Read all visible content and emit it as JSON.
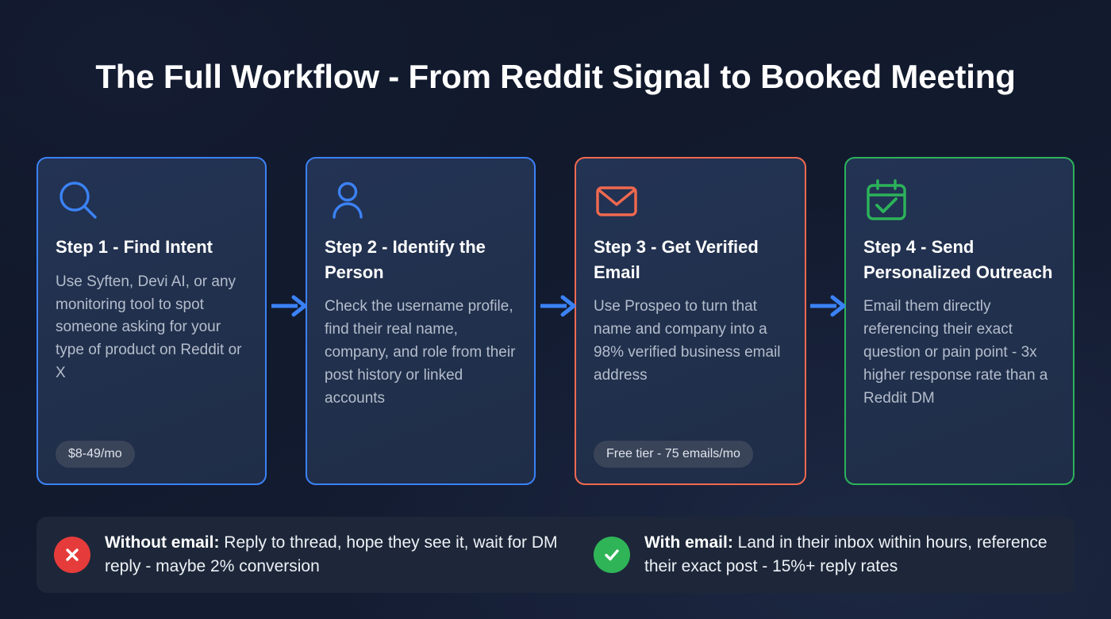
{
  "page": {
    "title": "The Full Workflow - From Reddit Signal to Booked Meeting",
    "background_color": "#121a2e"
  },
  "colors": {
    "accent_blue": "#3b82f6",
    "accent_orange": "#f2694f",
    "accent_green": "#2cb35a",
    "card_fill": "#223250",
    "badge_fill": "#3a4459",
    "bar_fill": "#1d2739",
    "bad_circle": "#e63b3b",
    "good_circle": "#2fb457",
    "body_text": "#b4bdcc"
  },
  "steps": [
    {
      "icon": "search-icon",
      "accent": "#3b82f6",
      "title": "Step 1 - Find Intent",
      "description": "Use Syften, Devi AI, or any monitoring tool to spot someone asking for your type of product on Reddit or X",
      "badge": "$8-49/mo"
    },
    {
      "icon": "user-icon",
      "accent": "#3b82f6",
      "title": "Step 2 - Identify the Person",
      "description": "Check the username profile, find their real name, company, and role from their post history or linked accounts",
      "badge": ""
    },
    {
      "icon": "mail-icon",
      "accent": "#f2694f",
      "title": "Step 3 - Get Verified Email",
      "description": "Use Prospeo to turn that name and company into a 98% verified business email address",
      "badge": "Free tier - 75 emails/mo"
    },
    {
      "icon": "calendar-check-icon",
      "accent": "#2cb35a",
      "title": "Step 4 - Send Personalized Outreach",
      "description": "Email them directly referencing their exact question or pain point - 3x higher response rate than a Reddit DM",
      "badge": ""
    }
  ],
  "connectors": [
    {
      "name": "arrow-right-icon"
    },
    {
      "name": "arrow-right-icon"
    },
    {
      "name": "arrow-right-icon"
    }
  ],
  "comparison": {
    "without": {
      "icon": "x-circle-icon",
      "label": "Without email:",
      "text": " Reply to thread, hope they see it, wait for DM reply - maybe 2% conversion"
    },
    "with": {
      "icon": "check-circle-icon",
      "label": "With email:",
      "text": " Land in their inbox within hours, reference their exact post - 15%+ reply rates"
    }
  }
}
